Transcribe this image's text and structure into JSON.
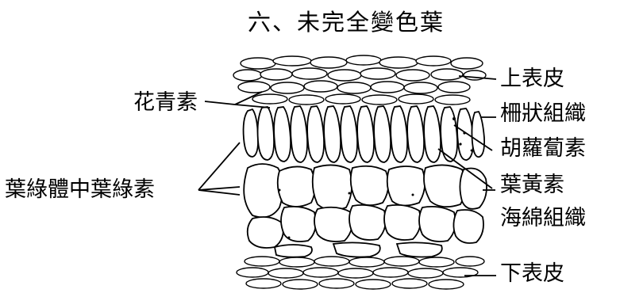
{
  "title": "六、未完全變色葉",
  "labels": {
    "upper_epidermis": "上表皮",
    "palisade": "柵狀組織",
    "carotene": "胡蘿蔔素",
    "xanthophyll": "葉黃素",
    "spongy": "海綿組織",
    "lower_epidermis": "下表皮",
    "anthocyanin": "花青素",
    "chlorophyll": "葉綠體中葉綠素"
  }
}
